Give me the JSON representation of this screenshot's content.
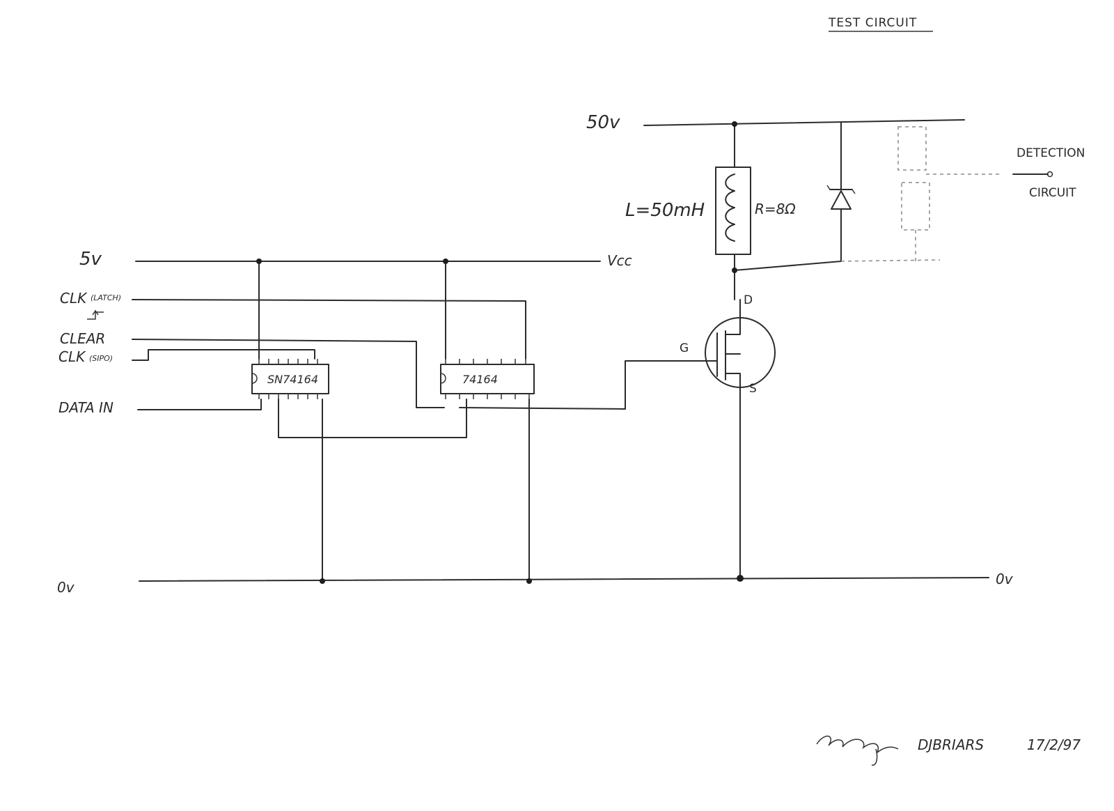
{
  "title": "TEST CIRCUIT",
  "rails": {
    "v50": "50v",
    "v5": "5v",
    "vcc": "Vcc",
    "gnd_left": "0v",
    "gnd_right": "0v"
  },
  "inputs": {
    "clk_latch": "CLK",
    "clk_latch_sub": "(LATCH)",
    "clear": "CLEAR",
    "clk_sipo": "CLK",
    "clk_sipo_sub": "(SIPO)",
    "data_in": "DATA IN"
  },
  "chips": {
    "chip1": "SN74164",
    "chip2": "74164"
  },
  "coil": {
    "inductance": "L=50mH",
    "resistance": "R=8Ω"
  },
  "mosfet": {
    "gate": "G",
    "drain": "D",
    "source": "S"
  },
  "detection": {
    "line1": "DETECTION",
    "line2": "CIRCUIT"
  },
  "footer": {
    "signer": "DJBRIARS",
    "date": "17/2/97"
  }
}
